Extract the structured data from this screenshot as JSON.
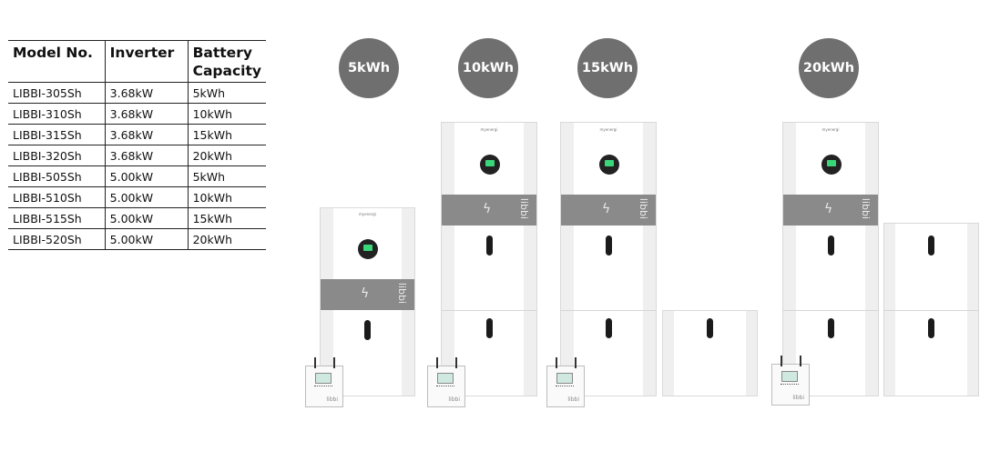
{
  "table": {
    "headers": [
      "Model No.",
      "Inverter",
      "Battery Capacity"
    ],
    "rows": [
      [
        "LIBBI-305Sh",
        "3.68kW",
        "5kWh"
      ],
      [
        "LIBBI-310Sh",
        "3.68kW",
        "10kWh"
      ],
      [
        "LIBBI-315Sh",
        "3.68kW",
        "15kWh"
      ],
      [
        "LIBBI-320Sh",
        "3.68kW",
        "20kWh"
      ],
      [
        "LIBBI-505Sh",
        "5.00kW",
        "5kWh"
      ],
      [
        "LIBBI-510Sh",
        "5.00kW",
        "10kWh"
      ],
      [
        "LIBBI-515Sh",
        "5.00kW",
        "15kWh"
      ],
      [
        "LIBBI-520Sh",
        "5.00kW",
        "20kWh"
      ]
    ]
  },
  "badges": [
    "5kWh",
    "10kWh",
    "15kWh",
    "20kWh"
  ],
  "product": {
    "brand": "myenergi",
    "name": "libbi",
    "logo_icon": "lightning-s-icon"
  },
  "colors": {
    "badge": "#6f6f6f",
    "band": "#8a8a8a",
    "screen": "#3ad67a"
  }
}
